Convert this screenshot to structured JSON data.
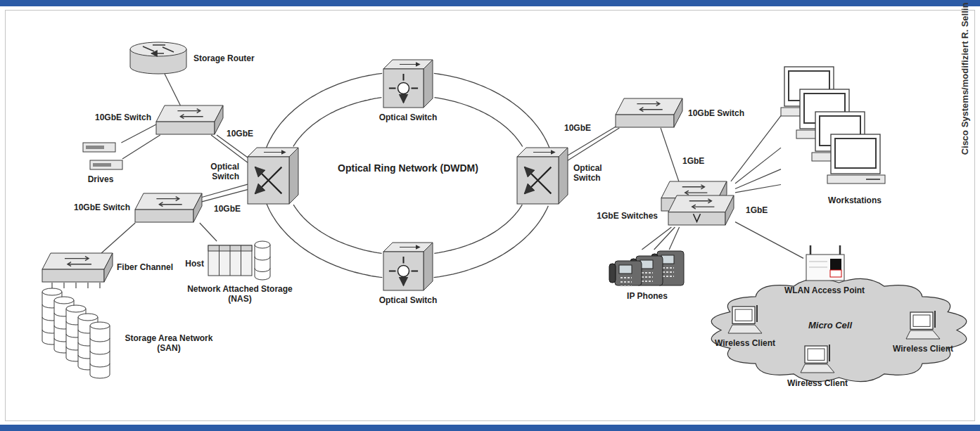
{
  "diagram": {
    "nodes": [
      {
        "text": [
          "Storage Router"
        ]
      },
      {
        "text": [
          "10GbE Switch"
        ]
      },
      {
        "text": [
          "Drives"
        ]
      },
      {
        "text": [
          "Optical Switch"
        ]
      },
      {
        "text": [
          "10GbE Switch"
        ]
      },
      {
        "text": [
          "Fiber Channel"
        ]
      },
      {
        "text": [
          "Host",
          "Network Attached Storage (NAS)"
        ]
      },
      {
        "text": [
          "Storage Area Network (SAN)"
        ]
      },
      {
        "text": [
          "Optical Switch"
        ]
      },
      {
        "text": [
          "Optical Switch"
        ]
      },
      {
        "text": [
          "Optical Switch"
        ]
      },
      {
        "text": [
          "10GbE Switch"
        ]
      },
      {
        "text": [
          "1GbE Switches"
        ]
      },
      {
        "text": [
          "Workstations"
        ]
      },
      {
        "text": [
          "IP Phones"
        ]
      },
      {
        "text": [
          "WLAN Access Point"
        ]
      },
      {
        "text": [
          "Micro Cell"
        ]
      },
      {
        "text": [
          "Wireless Client"
        ],
        "in": 16
      },
      {
        "text": [
          "Wireless Client"
        ],
        "in": 16
      },
      {
        "text": [
          "Wireless Client"
        ],
        "in": 16
      }
    ],
    "edges": [
      {
        "from": 0,
        "to": 1,
        "arrow": "none"
      },
      {
        "from": 1,
        "to": 2,
        "arrow": "none"
      },
      {
        "from": 1,
        "to": 3,
        "label": "10GbE",
        "arrow": "none"
      },
      {
        "from": 4,
        "to": 3,
        "label": "10GbE",
        "arrow": "none"
      },
      {
        "from": 4,
        "to": 5,
        "arrow": "none"
      },
      {
        "from": 4,
        "to": 6,
        "arrow": "none"
      },
      {
        "from": 5,
        "to": 7,
        "arrow": "none"
      },
      {
        "from": 3,
        "to": 8,
        "arrow": "none"
      },
      {
        "from": 8,
        "to": 10,
        "arrow": "none"
      },
      {
        "from": 10,
        "to": 9,
        "arrow": "none"
      },
      {
        "from": 9,
        "to": 3,
        "arrow": "none"
      },
      {
        "from": 10,
        "to": 11,
        "label": "10GbE",
        "arrow": "none"
      },
      {
        "from": 11,
        "to": 12,
        "label": "1GbE",
        "arrow": "none"
      },
      {
        "from": 12,
        "to": 13,
        "label": "1GbE",
        "arrow": "none"
      },
      {
        "from": 12,
        "to": 14,
        "arrow": "none"
      },
      {
        "from": 12,
        "to": 15,
        "arrow": "none"
      }
    ],
    "labels": [
      "Optical Ring Network (DWDM)",
      "Cisco Systems/modifiziert R. Sellin"
    ]
  }
}
